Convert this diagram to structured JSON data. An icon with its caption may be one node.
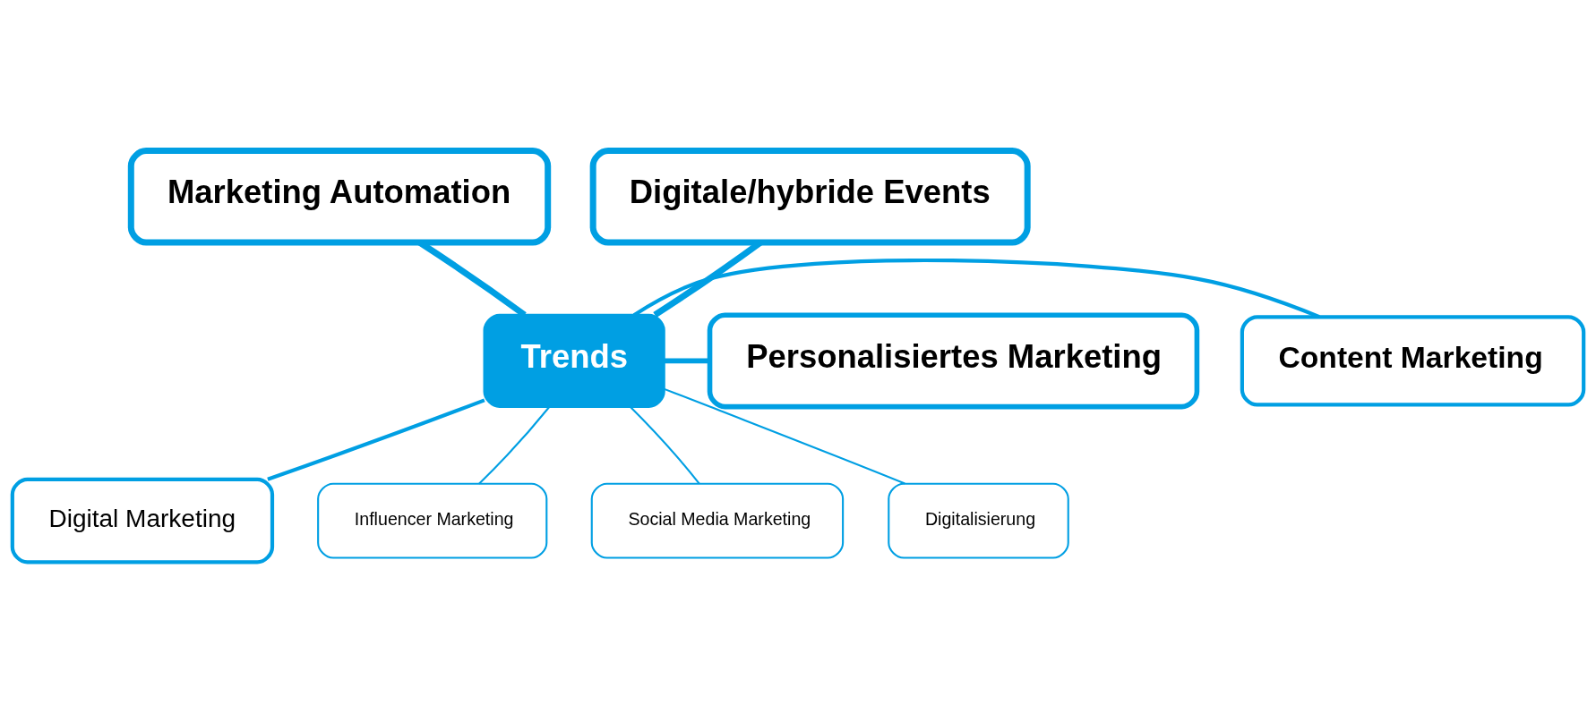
{
  "diagram": {
    "nodes": [
      {
        "text": [
          "Trends"
        ]
      },
      {
        "text": [
          "Marketing Automation"
        ]
      },
      {
        "text": [
          "Digitale/hybride Events"
        ]
      },
      {
        "text": [
          "Personalisiertes Marketing"
        ]
      },
      {
        "text": [
          "Content Marketing"
        ]
      },
      {
        "text": [
          "Digital Marketing"
        ]
      },
      {
        "text": [
          "Influencer Marketing"
        ]
      },
      {
        "text": [
          "Social Media Marketing"
        ]
      },
      {
        "text": [
          "Digitalisierung"
        ]
      }
    ],
    "edges": [
      {
        "from": 1,
        "to": 0,
        "arrow": "none"
      },
      {
        "from": 2,
        "to": 0,
        "arrow": "none"
      },
      {
        "from": 3,
        "to": 0,
        "arrow": "none"
      },
      {
        "from": 4,
        "to": 0,
        "arrow": "none"
      },
      {
        "from": 5,
        "to": 0,
        "arrow": "none"
      },
      {
        "from": 6,
        "to": 0,
        "arrow": "none"
      },
      {
        "from": 7,
        "to": 0,
        "arrow": "none"
      },
      {
        "from": 8,
        "to": 0,
        "arrow": "none"
      }
    ]
  }
}
